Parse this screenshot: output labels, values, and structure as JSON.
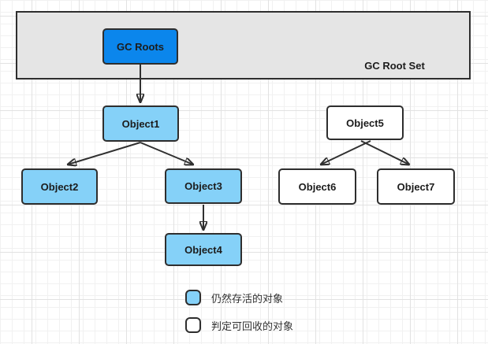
{
  "diagram": {
    "container": {
      "label": "GC Root Set"
    },
    "nodes": [
      {
        "id": "gc-roots",
        "label": "GC Roots",
        "kind": "root"
      },
      {
        "id": "object1",
        "label": "Object1",
        "kind": "alive"
      },
      {
        "id": "object2",
        "label": "Object2",
        "kind": "alive"
      },
      {
        "id": "object3",
        "label": "Object3",
        "kind": "alive"
      },
      {
        "id": "object4",
        "label": "Object4",
        "kind": "alive"
      },
      {
        "id": "object5",
        "label": "Object5",
        "kind": "collectable"
      },
      {
        "id": "object6",
        "label": "Object6",
        "kind": "collectable"
      },
      {
        "id": "object7",
        "label": "Object7",
        "kind": "collectable"
      }
    ],
    "edges": [
      {
        "from": "GC Roots",
        "to": "Object1"
      },
      {
        "from": "Object1",
        "to": "Object2"
      },
      {
        "from": "Object1",
        "to": "Object3"
      },
      {
        "from": "Object3",
        "to": "Object4"
      },
      {
        "from": "Object5",
        "to": "Object6"
      },
      {
        "from": "Object5",
        "to": "Object7"
      }
    ],
    "legend": [
      {
        "swatch": "alive",
        "label": "仍然存活的对象"
      },
      {
        "swatch": "collectable",
        "label": "判定可回收的对象"
      }
    ],
    "colors": {
      "root_fill": "#0b86ec",
      "alive_fill": "#85d1f8",
      "collectable_fill": "#ffffff",
      "container_fill": "#e5e5e5",
      "stroke": "#2e2e2e",
      "text": "#1c1c1c"
    }
  }
}
